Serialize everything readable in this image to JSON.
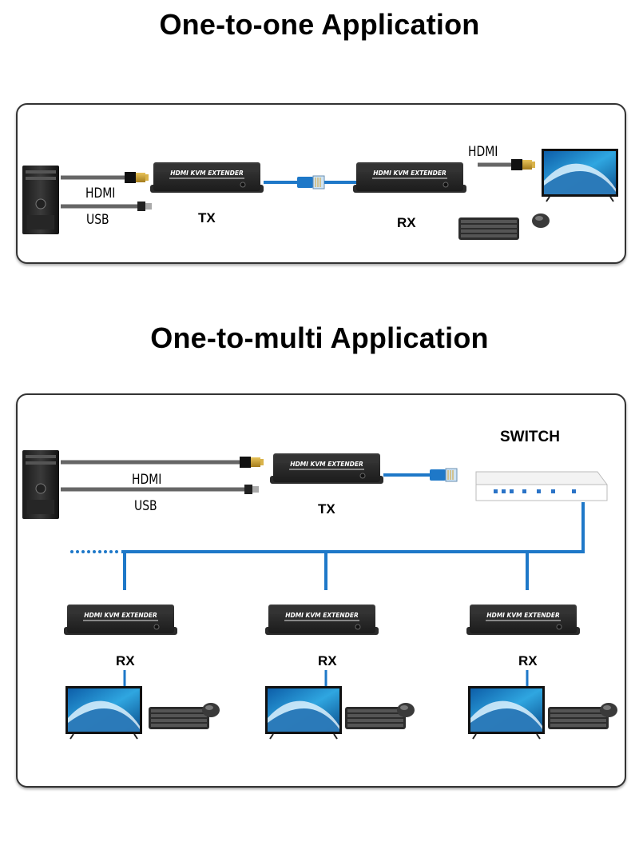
{
  "section1": {
    "title": "One-to-one Application",
    "labels": {
      "hdmi_in": "HDMI",
      "usb": "USB",
      "tx": "TX",
      "rx": "RX",
      "hdmi_out": "HDMI"
    }
  },
  "section2": {
    "title": "One-to-multi Application",
    "labels": {
      "switch": "SWITCH",
      "hdmi_in": "HDMI",
      "usb": "USB",
      "tx": "TX",
      "rx1": "RX",
      "rx2": "RX",
      "rx3": "RX"
    }
  },
  "device": {
    "brand": "HDMI",
    "model": "KVM EXTENDER"
  },
  "colors": {
    "network_cable": "#1e78c8",
    "device_body": "#2b2b2b",
    "hdmi_connector": "#c9a23a"
  },
  "icons": [
    "pc-tower-icon",
    "hdmi-plug-icon",
    "usb-plug-icon",
    "rj45-plug-icon",
    "monitor-icon",
    "keyboard-icon",
    "mouse-icon",
    "network-switch-icon"
  ]
}
